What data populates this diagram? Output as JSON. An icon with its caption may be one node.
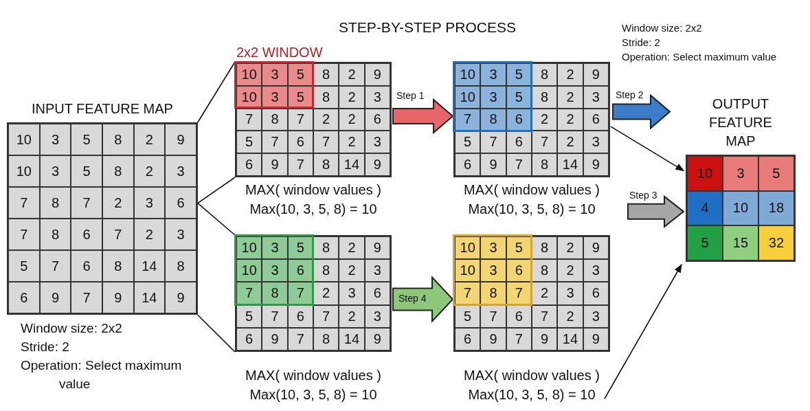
{
  "diagram": {
    "title": "STEP-BY-STEP PROCESS",
    "nodes": [
      {
        "text": [
          "INPUT FEATURE MAP",
          "10",
          "3",
          "5",
          "8",
          "2",
          "9",
          "10",
          "3",
          "5",
          "8",
          "2",
          "3",
          "7",
          "8",
          "7",
          "2",
          "3",
          "6",
          "7",
          "8",
          "6",
          "7",
          "2",
          "3",
          "5",
          "7",
          "6",
          "8",
          "14",
          "8",
          "6",
          "9",
          "7",
          "9",
          "14",
          "9"
        ]
      },
      {
        "text": [
          "2x2 WINDOW",
          "10",
          "3",
          "5",
          "8",
          "2",
          "9",
          "10",
          "3",
          "5",
          "8",
          "2",
          "3",
          "7",
          "8",
          "7",
          "2",
          "2",
          "6",
          "5",
          "7",
          "6",
          "7",
          "2",
          "3",
          "6",
          "9",
          "7",
          "8",
          "14",
          "9"
        ],
        "beside": [
          "MAX( window values )",
          "Max(10, 3, 5, 8) = 10"
        ]
      },
      {
        "text": [
          "10",
          "3",
          "5",
          "8",
          "2",
          "9",
          "10",
          "3",
          "5",
          "8",
          "2",
          "3",
          "7",
          "8",
          "6",
          "2",
          "2",
          "6",
          "5",
          "7",
          "6",
          "7",
          "2",
          "3",
          "6",
          "9",
          "7",
          "8",
          "14",
          "9"
        ],
        "beside": [
          "MAX( window values )",
          "Max(10, 3, 5, 8) = 10"
        ]
      },
      {
        "text": [
          "10",
          "3",
          "5",
          "8",
          "2",
          "9",
          "10",
          "3",
          "6",
          "8",
          "2",
          "3",
          "7",
          "8",
          "7",
          "2",
          "3",
          "6",
          "5",
          "7",
          "6",
          "7",
          "2",
          "3",
          "6",
          "9",
          "7",
          "8",
          "14",
          "9"
        ],
        "beside": [
          "MAX( window values )",
          "Max(10, 3, 5, 8) = 10"
        ]
      },
      {
        "text": [
          "10",
          "3",
          "5",
          "8",
          "2",
          "9",
          "10",
          "3",
          "6",
          "8",
          "2",
          "3",
          "7",
          "8",
          "7",
          "2",
          "3",
          "6",
          "5",
          "7",
          "6",
          "7",
          "2",
          "3",
          "6",
          "9",
          "7",
          "9",
          "14",
          "9"
        ],
        "beside": [
          "MAX( window values )",
          "Max(10, 3, 5, 8) = 10"
        ]
      },
      {
        "text": [
          "OUTPUT FEATURE MAP",
          "10",
          "3",
          "5",
          "4",
          "10",
          "18",
          "5",
          "15",
          "32"
        ]
      }
    ],
    "edges": [
      {
        "from": 0,
        "to": 1,
        "arrow": "none"
      },
      {
        "from": 0,
        "to": 1,
        "arrow": "none"
      },
      {
        "from": 0,
        "to": 3,
        "arrow": "none"
      },
      {
        "from": 0,
        "to": 3,
        "arrow": "none"
      },
      {
        "from": 1,
        "to": 2,
        "arrow": "to",
        "label": "Step 1",
        "style": "thick",
        "color": "#e8666a"
      },
      {
        "from": 2,
        "to": null,
        "arrow": "to",
        "label": "Step 2",
        "style": "thick",
        "color": "#3d7cc9"
      },
      {
        "from": 2,
        "to": 5,
        "arrow": "to"
      },
      {
        "from": null,
        "to": 5,
        "arrow": "to",
        "label": "Step 3",
        "style": "thick",
        "color": "#a6a6a6"
      },
      {
        "from": 3,
        "to": 4,
        "arrow": "to",
        "label": "Step 4",
        "style": "thick",
        "color": "#8cc77a"
      },
      {
        "from": 4,
        "to": 5,
        "arrow": "to"
      }
    ],
    "labels": [
      "Window size: 2x2",
      "Stride: 2",
      "Operation: Select maximum value",
      "Window size: 2x2",
      "Stride: 2",
      "Operation: Select maximum value"
    ]
  }
}
